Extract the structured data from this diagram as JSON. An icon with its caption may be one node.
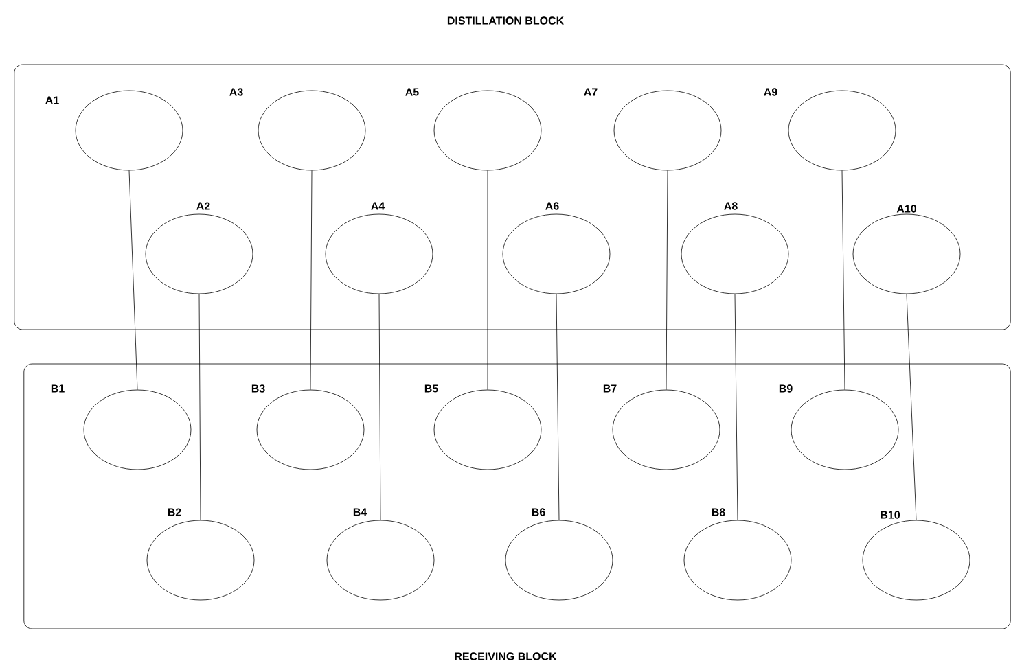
{
  "diagram": {
    "nodes": [
      {
        "text": [
          "DISTILLATION BLOCK"
        ]
      },
      {
        "text": [],
        "shape": "circle",
        "beside": [
          "A1"
        ],
        "in": 0
      },
      {
        "text": [],
        "shape": "circle",
        "beside": [
          "A2"
        ],
        "in": 0
      },
      {
        "text": [],
        "shape": "circle",
        "beside": [
          "A3"
        ],
        "in": 0
      },
      {
        "text": [],
        "shape": "circle",
        "beside": [
          "A4"
        ],
        "in": 0
      },
      {
        "text": [],
        "shape": "circle",
        "beside": [
          "A5"
        ],
        "in": 0
      },
      {
        "text": [],
        "shape": "circle",
        "beside": [
          "A6"
        ],
        "in": 0
      },
      {
        "text": [],
        "shape": "circle",
        "beside": [
          "A7"
        ],
        "in": 0
      },
      {
        "text": [],
        "shape": "circle",
        "beside": [
          "A8"
        ],
        "in": 0
      },
      {
        "text": [],
        "shape": "circle",
        "beside": [
          "A9"
        ],
        "in": 0
      },
      {
        "text": [],
        "shape": "circle",
        "beside": [
          "A10"
        ],
        "in": 0
      },
      {
        "text": [
          "RECEIVING BLOCK"
        ]
      },
      {
        "text": [],
        "shape": "circle",
        "beside": [
          "B1"
        ],
        "in": 11
      },
      {
        "text": [],
        "shape": "circle",
        "beside": [
          "B2"
        ],
        "in": 11
      },
      {
        "text": [],
        "shape": "circle",
        "beside": [
          "B3"
        ],
        "in": 11
      },
      {
        "text": [],
        "shape": "circle",
        "beside": [
          "B4"
        ],
        "in": 11
      },
      {
        "text": [],
        "shape": "circle",
        "beside": [
          "B5"
        ],
        "in": 11
      },
      {
        "text": [],
        "shape": "circle",
        "beside": [
          "B6"
        ],
        "in": 11
      },
      {
        "text": [],
        "shape": "circle",
        "beside": [
          "B7"
        ],
        "in": 11
      },
      {
        "text": [],
        "shape": "circle",
        "beside": [
          "B8"
        ],
        "in": 11
      },
      {
        "text": [],
        "shape": "circle",
        "beside": [
          "B9"
        ],
        "in": 11
      },
      {
        "text": [],
        "shape": "circle",
        "beside": [
          "B10"
        ],
        "in": 11
      }
    ],
    "edges": [
      {
        "from": 1,
        "to": 12,
        "arrow": "none"
      },
      {
        "from": 2,
        "to": 13,
        "arrow": "none"
      },
      {
        "from": 3,
        "to": 14,
        "arrow": "none"
      },
      {
        "from": 4,
        "to": 15,
        "arrow": "none"
      },
      {
        "from": 5,
        "to": 16,
        "arrow": "none"
      },
      {
        "from": 6,
        "to": 17,
        "arrow": "none"
      },
      {
        "from": 7,
        "to": 18,
        "arrow": "none"
      },
      {
        "from": 8,
        "to": 19,
        "arrow": "none"
      },
      {
        "from": 9,
        "to": 20,
        "arrow": "none"
      },
      {
        "from": 10,
        "to": 21,
        "arrow": "none"
      }
    ]
  }
}
